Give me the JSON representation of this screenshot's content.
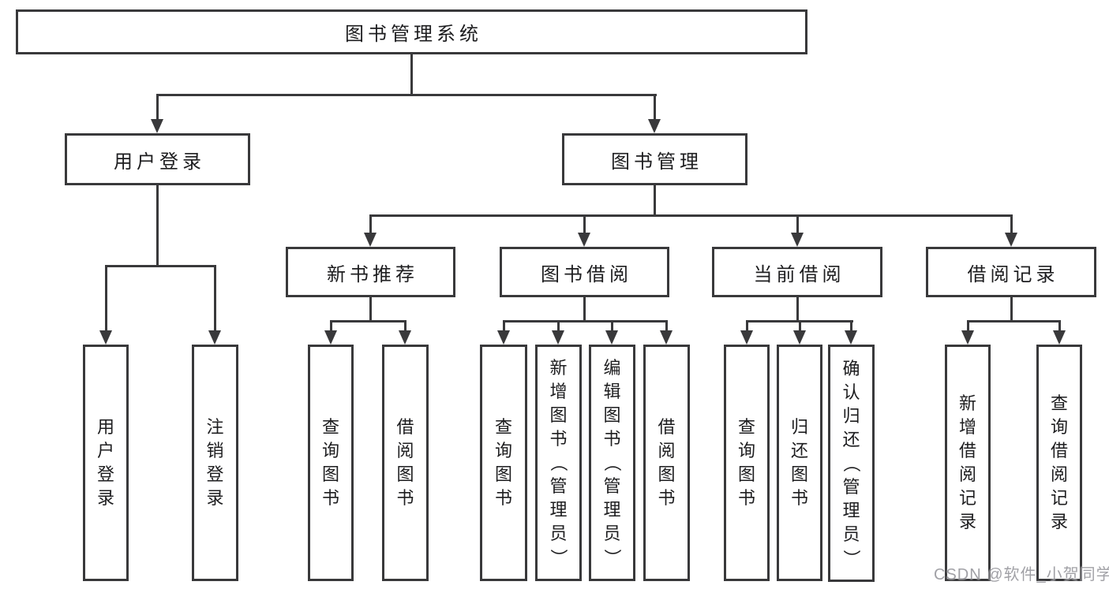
{
  "tree": {
    "label": "图书管理系统",
    "children": [
      {
        "label": "用户登录",
        "children": [
          {
            "label": "用户登录"
          },
          {
            "label": "注销登录"
          }
        ]
      },
      {
        "label": "图书管理",
        "children": [
          {
            "label": "新书推荐",
            "children": [
              {
                "label": "查询图书"
              },
              {
                "label": "借阅图书"
              }
            ]
          },
          {
            "label": "图书借阅",
            "children": [
              {
                "label": "查询图书"
              },
              {
                "label": "新增图书（管理员）"
              },
              {
                "label": "编辑图书（管理员）"
              },
              {
                "label": "借阅图书"
              }
            ]
          },
          {
            "label": "当前借阅",
            "children": [
              {
                "label": "查询图书"
              },
              {
                "label": "归还图书"
              },
              {
                "label": "确认归还（管理员）"
              }
            ]
          },
          {
            "label": "借阅记录",
            "children": [
              {
                "label": "新增借阅记录"
              },
              {
                "label": "查询借阅记录"
              }
            ]
          }
        ]
      }
    ]
  },
  "watermark": {
    "text": "CSDN @软件_小贺同学"
  },
  "colors": {
    "line": "#39393b",
    "text": "#1d1d1f",
    "background": "#ffffff",
    "watermark": "#7d7d84"
  }
}
